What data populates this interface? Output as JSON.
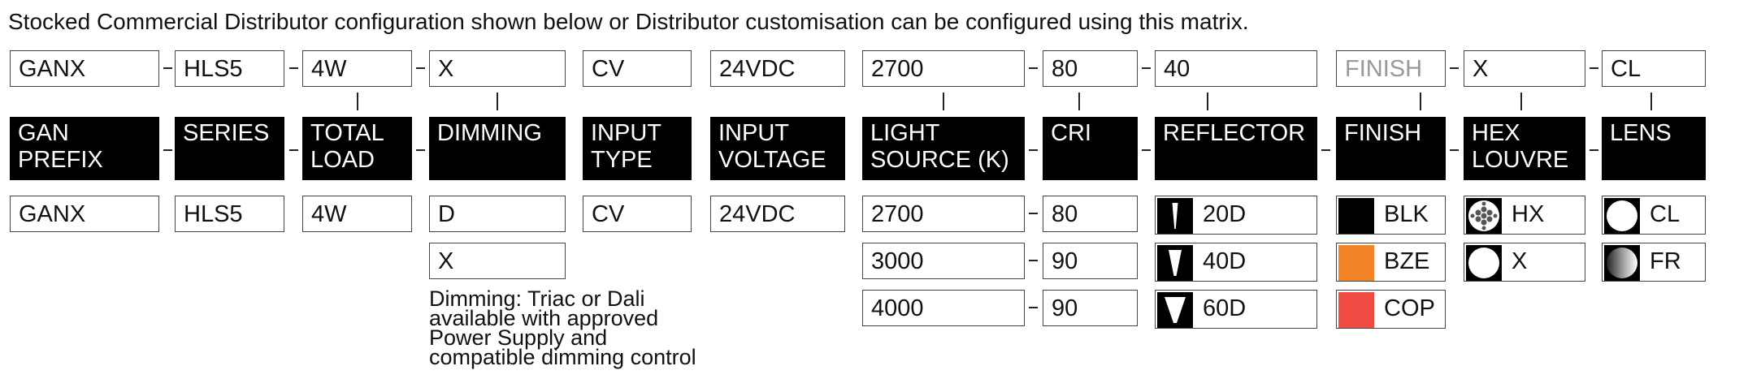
{
  "intro": "Stocked Commercial Distributor configuration shown below or Distributor customisation can be configured using this matrix.",
  "config": [
    "GANX",
    "HLS5",
    "4W",
    "X",
    "CV",
    "24VDC",
    "2700",
    "80",
    "40",
    "FINISH",
    "X",
    "CL"
  ],
  "headers": [
    [
      "GAN",
      "PREFIX"
    ],
    [
      "SERIES"
    ],
    [
      "TOTAL",
      "LOAD"
    ],
    [
      "DIMMING"
    ],
    [
      "INPUT",
      "TYPE"
    ],
    [
      "INPUT",
      "VOLTAGE"
    ],
    [
      "LIGHT",
      "SOURCE (K)"
    ],
    [
      "CRI"
    ],
    [
      "REFLECTOR"
    ],
    [
      "FINISH"
    ],
    [
      "HEX",
      "LOUVRE"
    ],
    [
      "LENS"
    ]
  ],
  "options": {
    "gan": [
      "GANX"
    ],
    "series": [
      "HLS5"
    ],
    "load": [
      "4W"
    ],
    "dimming": [
      "D",
      "X"
    ],
    "input_type": [
      "CV"
    ],
    "voltage": [
      "24VDC"
    ],
    "light_source": [
      "2700",
      "3000",
      "4000"
    ],
    "cri": [
      "80",
      "90",
      "90"
    ],
    "reflector": [
      {
        "label": "20D",
        "icon": "beam-20-icon"
      },
      {
        "label": "40D",
        "icon": "beam-40-icon"
      },
      {
        "label": "60D",
        "icon": "beam-60-icon"
      }
    ],
    "finish": [
      {
        "label": "BLK",
        "color": "#000000"
      },
      {
        "label": "BZE",
        "color": "#F28327"
      },
      {
        "label": "COP",
        "color": "#EF4B43"
      }
    ],
    "louvre": [
      {
        "label": "HX",
        "icon": "hex-louvre-icon"
      },
      {
        "label": "X",
        "icon": "no-louvre-icon"
      }
    ],
    "lens": [
      {
        "label": "CL",
        "icon": "clear-lens-icon"
      },
      {
        "label": "FR",
        "icon": "frosted-lens-icon"
      }
    ]
  },
  "dimming_note": [
    "Dimming: Triac or Dali",
    "available with approved",
    "Power Supply and",
    "compatible dimming control"
  ]
}
